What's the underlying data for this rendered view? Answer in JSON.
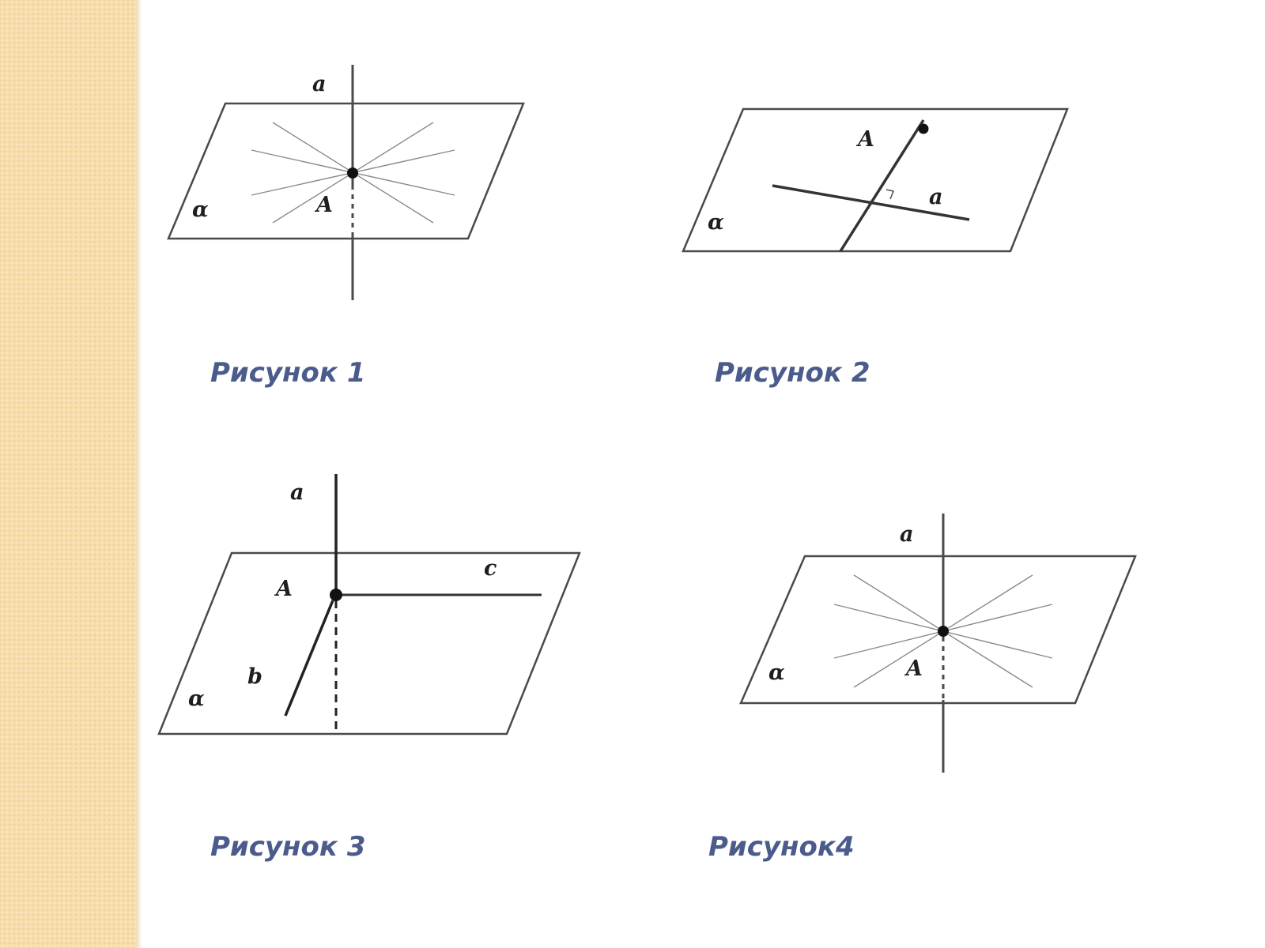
{
  "colors": {
    "sidebar": "#f6ddaa",
    "caption_text": "#4a5b8c",
    "line": "#4a4a4a"
  },
  "figures": [
    {
      "caption": "Рисунок 1",
      "labels": {
        "line": "a",
        "point": "A",
        "plane": "α"
      }
    },
    {
      "caption": "Рисунок 2",
      "labels": {
        "point": "A",
        "line": "a",
        "plane": "α"
      }
    },
    {
      "caption": "Рисунок 3",
      "labels": {
        "line_a": "a",
        "point": "A",
        "line_c": "c",
        "line_b": "b",
        "plane": "α"
      }
    },
    {
      "caption": "Рисунок4",
      "labels": {
        "line": "a",
        "point": "A",
        "plane": "α"
      }
    }
  ]
}
